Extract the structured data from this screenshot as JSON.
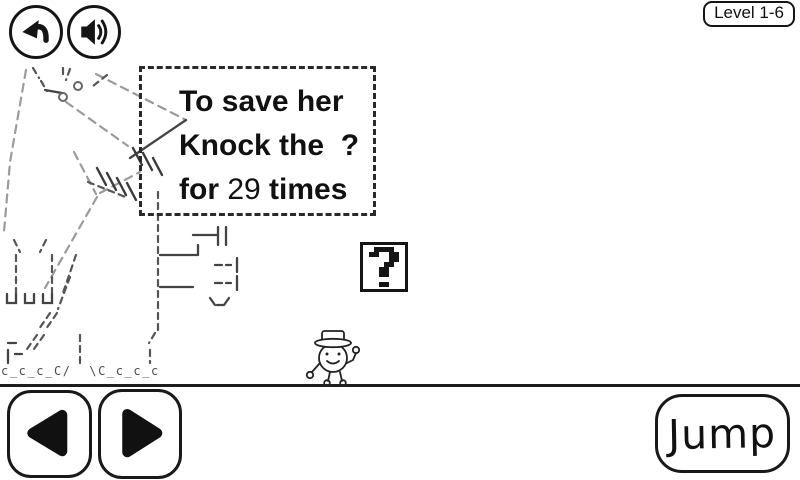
{
  "colors": {
    "ink": "#151515",
    "line_gray": "#9b9b9b",
    "line_dark": "#4d4d4d",
    "background": "#ffffff"
  },
  "header": {
    "level_label": "Level 1-6"
  },
  "bubble": {
    "line1": "To save her",
    "line2": "Knock the  ?",
    "line3_pre": "for ",
    "line3_count": "29",
    "line3_post": " times"
  },
  "monster": {
    "feet": "c_c_c_C/  \\C_c_c_c"
  },
  "icons": {
    "back": "curved-back-arrow",
    "sound": "speaker-with-waves",
    "move_left": "solid-left-triangle",
    "move_right": "solid-right-triangle",
    "question_block": "pixel-question-mark"
  },
  "controls": {
    "jump_label": "Jump"
  }
}
